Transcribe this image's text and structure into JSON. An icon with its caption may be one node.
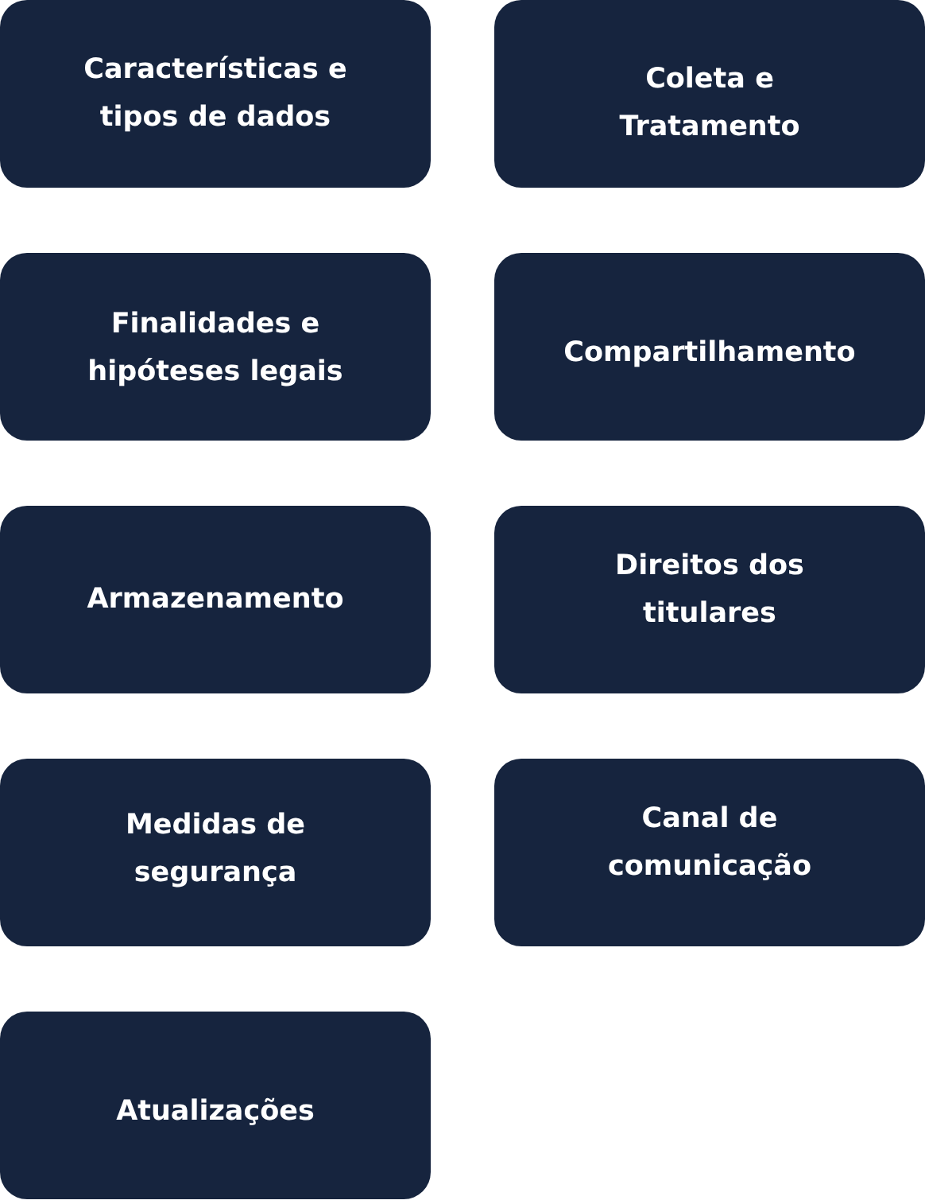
{
  "diagram": {
    "nodes": [
      {
        "text": [
          "Características e tipos de dados"
        ]
      },
      {
        "text": [
          "Coleta e Tratamento"
        ]
      },
      {
        "text": [
          "Finalidades e hipóteses legais"
        ]
      },
      {
        "text": [
          "Compartilhamento"
        ]
      },
      {
        "text": [
          "Armazenamento"
        ]
      },
      {
        "text": [
          "Direitos dos titulares"
        ]
      },
      {
        "text": [
          "Medidas de segurança"
        ]
      },
      {
        "text": [
          "Canal de comunicação"
        ]
      },
      {
        "text": [
          "Atualizações"
        ]
      }
    ]
  }
}
